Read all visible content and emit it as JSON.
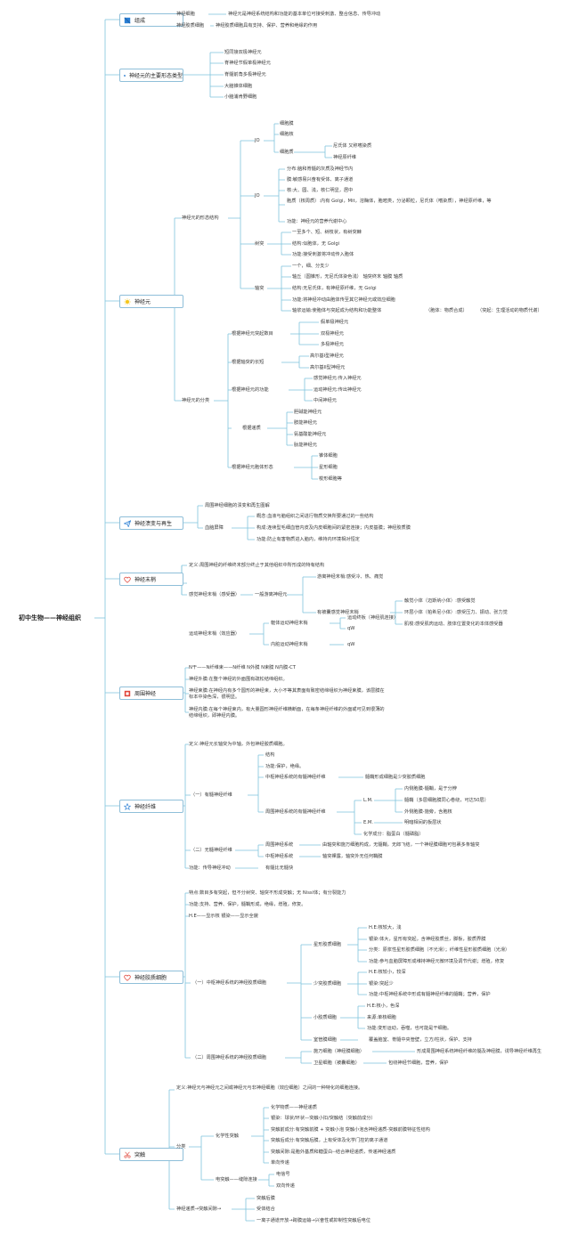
{
  "root": "初中生物——神经组织",
  "branches": {
    "composition": {
      "title": "组成",
      "icon": "blue-flag-icon",
      "items": [
        [
          "神经细胞",
          "神经元是神经系统结构和功能的基本单位可接受刺激、整合信息、传导冲动"
        ],
        [
          "神经胶质细胞",
          "神经胶质细胞具有支持、保护、营养和绝缘的作用"
        ]
      ]
    },
    "types": {
      "title": "神经元的主要形态类型",
      "icon": "blue-flag-icon",
      "items": [
        "短同接双极神经元",
        "脊神经节假单极神经元",
        "脊髓前角多极神经元",
        "大脑锥体细胞",
        "小脑浦肯野细胞"
      ]
    },
    "neuron": {
      "title": "神经元",
      "icon": "sun-icon",
      "morph": "神经元的形态结构",
      "jo1": "JO",
      "jo1_items": [
        "细胞膜",
        "细胞核",
        "细胞质"
      ],
      "cyto": [
        "尼氏体 又称嗜染质",
        "神经原纤维"
      ],
      "jo2": "JO",
      "jo2_items": [
        "分布:脑和脊髓的灰质及神经节内",
        "膜:敏感易兴奋有受体、离子通道",
        "核:大、圆、浅，核仁明显，居中",
        "胞质（核周质）:内有 Golgi，Mit，溶酶体，胞嘧类，分泌颗粒，尼氏体（嗜染质），神经原纤维，等",
        "功能：神经元的营养代谢中心"
      ],
      "dendrite": "树突",
      "dendrite_items": [
        "一至多个、短、树枝状，有树突棘",
        "结构:似胞体，无 Golgi",
        "功能:接受刺激将冲动传入胞体"
      ],
      "axon": "轴突",
      "axon_items": [
        "一个，细、分支少",
        "轴丘（圆锥形，无尼氏体染色浅） 轴突终末 轴膜 轴质",
        "结构:无尼氏体，有神经原纤维，无 Golgi",
        "功能:将神经冲动由胞体传至其它神经元或效应细胞",
        "轴浆运输:使胞体与突起成为结构和功能整体"
      ],
      "axon_extra": [
        "（胞体：物质合成）",
        "（突起：生理活动的物质代谢）"
      ],
      "classify": "神经元的分类",
      "groups": [
        {
          "label": "根据神经元突起数目",
          "items": [
            "假单极神经元",
            "双极神经元",
            "多极神经元"
          ]
        },
        {
          "label": "根据轴突的长短",
          "items": [
            "高尔基I型神经元",
            "高尔基II型神经元"
          ]
        },
        {
          "label": "根据神经元的功能",
          "items": [
            "感觉神经元:传入神经元",
            "运动神经元:传出神经元",
            "中间神经元"
          ]
        },
        {
          "label": "根据递质",
          "items": [
            "胆碱能神经元",
            "胺能神经元",
            "氨基酸能神经元",
            "肽能神经元"
          ]
        },
        {
          "label": "根据神经元胞体形态",
          "items": [
            "锥体细胞",
            "星形细胞",
            "梭形细胞等"
          ]
        }
      ]
    },
    "regen": {
      "title": "神经溃变与再生",
      "icon": "paper-plane-icon",
      "items": [
        "周围神经细胞的溃变和再生图解"
      ],
      "bbb": "血脑屏障",
      "bbb_items": [
        "概念:血液与脑组织之间进行物质交换所要通过的一些结构",
        "构成:连续型毛细血管内皮及内皮细胞间的紧密连接；内皮基膜；神经胶质膜",
        "功能:防止有害物质进入脑内，维持内环境相对恒定"
      ]
    },
    "ending": {
      "title": "神经末梢",
      "icon": "heart-icon",
      "def": "定义:周围神经的纤维终末部分终止于其他组织中所形成的特有结构",
      "sensory": "感觉神经末梢（感受器）",
      "free": "一般游离神经元",
      "free_desc": "游离神经末梢:感受冷、热、痛觉",
      "capsule": "有被囊感觉神经末梢",
      "capsule_items": [
        "触觉小体（迈斯纳小体）:感受触觉",
        "环层小体（帕希尼小体）:感受压力、振动、张力觉",
        "肌梭:感受肌肉运动、肢体位置变化的本体感受器"
      ],
      "motor": "运动神经末梢（效应器）",
      "somatic": "躯体运动神经末梢",
      "somatic_items": [
        "运动终板（神经肌连接）",
        "qW"
      ],
      "visceral": "内脏运动神经末梢",
      "visceral_item": "qW"
    },
    "nerve": {
      "title": "周围神经",
      "icon": "red-square-icon",
      "items": [
        "N干——N纤维束——N纤维 N外膜 N束膜 N内膜-CT",
        "神经外膜:在整个神经的外面围有疏松结缔组织。",
        "神经束膜:在神经内有多个圆形的神经束，大小不等其表面有致密结缔组织为神经束膜，该层膜在标本中染色深，很明显。",
        "神经内膜:在每个神经束内，有大量圆形神经纤维横断面，在每条神经纤维的外面或可见到很薄的结缔组织，即神经内膜。"
      ]
    },
    "fiber": {
      "title": "神经纤维",
      "icon": "star-icon",
      "def": "定义:神经元长轴突为中轴，外包神经胶质细胞。",
      "myel": "（一）有髓神经纤维",
      "myel_items": [
        "结构",
        "功能:保护，绝缘。"
      ],
      "cns_m": "中枢神经系统的有髓神经纤维",
      "cns_m_desc": "髓鞘形成细胞是少突胶质细胞",
      "pns_m": "周围神经系统的有髓神经纤维",
      "lm": "L.M.",
      "lm_items": [
        "内侧胞膜-髓鞘，是于分辨",
        "髓鞘（多层细胞膜同心卷绕，可达50层）",
        "外侧胞膜-施旁，含胞核"
      ],
      "em": "E.M.",
      "em_item": "明暗相间的板层状",
      "chem": "化学成分：脂蛋白（髓磷脂）",
      "unmyel": "（二）无髓神经纤维",
      "unmyel_items": [
        [
          "周围神经系统",
          "由轴突和施万细胞构成，无髓鞘，无郎飞结，一个神经膜细胞可包裹多条轴突"
        ],
        [
          "中枢神经系统",
          "轴突裸露，轴突外无任何鞘膜"
        ]
      ],
      "func": "功能：传导神经冲动",
      "func_desc": "有髓比无髓快"
    },
    "glia": {
      "title": "神经胶质细胞",
      "icon": "heart-icon",
      "items": [
        "特点:数目多有突起，但不分树突、轴突不形成突触；无 Nissl体；有分裂能力",
        "功能:支持、营养、保护，髓鞘形成，绝缘，增殖，修复。",
        "H.E——显示核 银染——显示全貌"
      ],
      "cns": "（一）中枢神经系统的神经胶质细胞",
      "astro": "星形胶质细胞",
      "astro_items": [
        "H.E:核较大，浅",
        "银染:体大，星形有突起，含神经胶质丝，脚板，胶质界膜",
        "分类：原浆性星形胶质细胞（不光滑）；纤维性星形胶质细胞（光滑）",
        "功能:参与血脑屏障形成维持神经元微环境及调节代谢；增殖，修复"
      ],
      "oligo": "少突胶质细胞",
      "oligo_items": [
        "H.E:核较小，较深",
        "银染:突起少",
        "功能:中枢神经系统中形成有髓神经纤维的髓鞘；营养，保护"
      ],
      "micro": "小胶质细胞",
      "micro_items": [
        "H.E:核小，色深",
        "来源:单核细胞",
        "功能:变形运动，吞噬，也可能是干细胞。"
      ],
      "epend": "室管膜细胞",
      "epend_desc": "覆盖脑室、脊髓中央管壁，立方/柱状，保护、支持",
      "pns": "（二）周围神经系统的神经胶质细胞",
      "schwann": "施万细胞（神经膜细胞）",
      "schwann_desc": "形成周围神经系统神经纤维的髓及神经膜，诱导神经纤维再生",
      "satellite": "卫星细胞（被囊细胞）",
      "satellite_desc": "包绕神经节细胞，营养，保护"
    },
    "synapse": {
      "title": "突触",
      "icon": "scissors-icon",
      "def": "定义:神经元与神经元之间或神经元与非神经细胞（效应细胞）之间的一种特化的细胞连接。",
      "class": "分类",
      "chem": "化学性突触",
      "chem_items": [
        "化学物质——神经递质",
        "银染：球状/环状—突触小扣/突触结（突触前成分）",
        "突触前成分:有突触前膜 + 突触小泡 突触小泡含神经递质-突触前膜特征性结构",
        "突触后成分:有突触后膜，上有受体及化学门控的离子通道",
        "突触间隙:是胞外基质和糖蛋白--结合神经递质，传递神经递质",
        "单向传递"
      ],
      "elec": "电突触——缝隙连接",
      "elec_items": [
        "电信号",
        "双向传递"
      ],
      "trans": "神经递质→突触间隙→",
      "trans_items": [
        "突触后膜",
        "受体结合",
        "一离子通道开放→跨膜运输→兴奋性或抑制性突触后电位"
      ]
    }
  }
}
